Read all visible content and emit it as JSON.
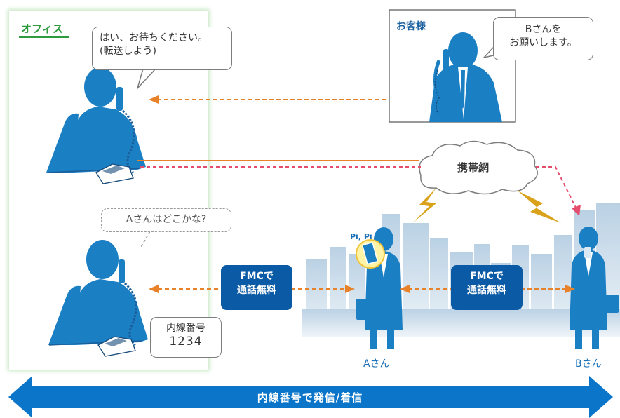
{
  "office": {
    "label": "オフィス"
  },
  "bubble_reception": {
    "line1": "はい、お待ちください。",
    "line2": "(転送しよう)"
  },
  "bubble_customer": {
    "line1": "Bさんを",
    "line2": "お願いします。"
  },
  "bubble_search": {
    "text": "Aさんはどこかな?"
  },
  "extension_box": {
    "line1": "内線番号",
    "line2": "1234"
  },
  "customer": {
    "label": "お客様"
  },
  "network": {
    "label": "携帯網"
  },
  "fmc_left": {
    "line1": "FMCで",
    "line2": "通話無料"
  },
  "fmc_right": {
    "line1": "FMCで",
    "line2": "通話無料"
  },
  "person_a": {
    "label": "Aさん",
    "ring": "Pi, Pi"
  },
  "person_b": {
    "label": "Bさん"
  },
  "bottom_arrow": {
    "text": "内線番号で発信/着信"
  },
  "colors": {
    "accent_blue": "#0b5aa5",
    "silhouette_blue": "#1b7fc4",
    "office_green": "#2e9b3e",
    "orange_line": "#e8822a",
    "pink_line": "#e44d6c",
    "lightning": "#d9a21a"
  }
}
